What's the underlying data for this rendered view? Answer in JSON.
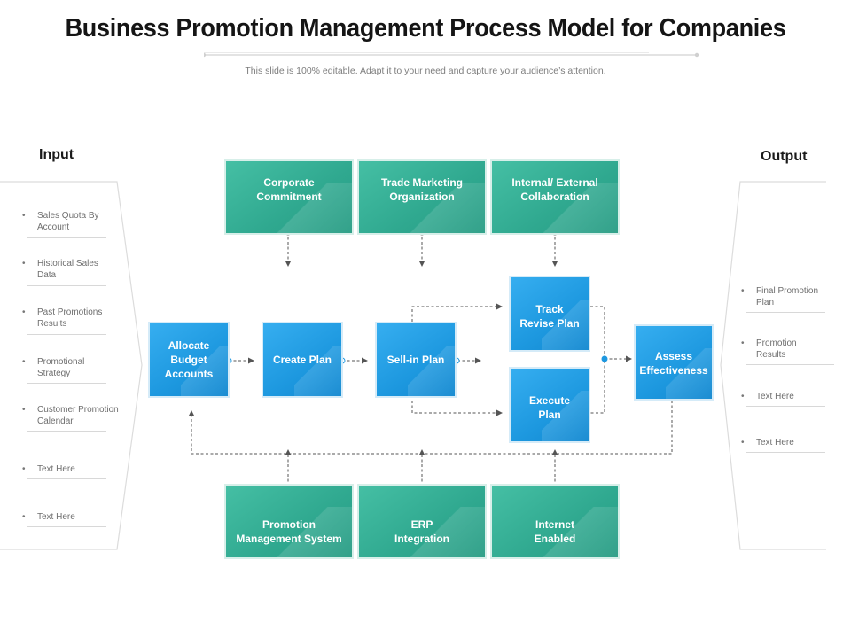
{
  "title": "Business Promotion Management Process Model for Companies",
  "subtitle": "This slide is 100% editable. Adapt it to your need and capture your audience’s attention.",
  "input": {
    "heading": "Input",
    "items": [
      "Sales Quota By Account",
      "Historical Sales Data",
      "Past Promotions Results",
      "Promotional Strategy",
      "Customer Promotion Calendar",
      "Text Here",
      "Text Here"
    ]
  },
  "output": {
    "heading": "Output",
    "items": [
      "Final Promotion Plan",
      "Promotion Results",
      "Text Here",
      "Text Here"
    ]
  },
  "top_boxes": [
    "Corporate\nCommitment",
    "Trade Marketing\nOrganization",
    "Internal/ External\nCollaboration"
  ],
  "process": {
    "allocate": "Allocate\nBudget\nAccounts",
    "create": "Create Plan",
    "sellin": "Sell-in Plan",
    "track": "Track\nRevise Plan",
    "execute": "Execute\nPlan",
    "assess": "Assess\nEffectiveness"
  },
  "bottom_boxes": [
    "Promotion\nManagement System",
    "ERP\nIntegration",
    "Internet\nEnabled"
  ],
  "colors": {
    "green": "#34ab93",
    "blue": "#1e98e0",
    "connector": "#555555"
  }
}
